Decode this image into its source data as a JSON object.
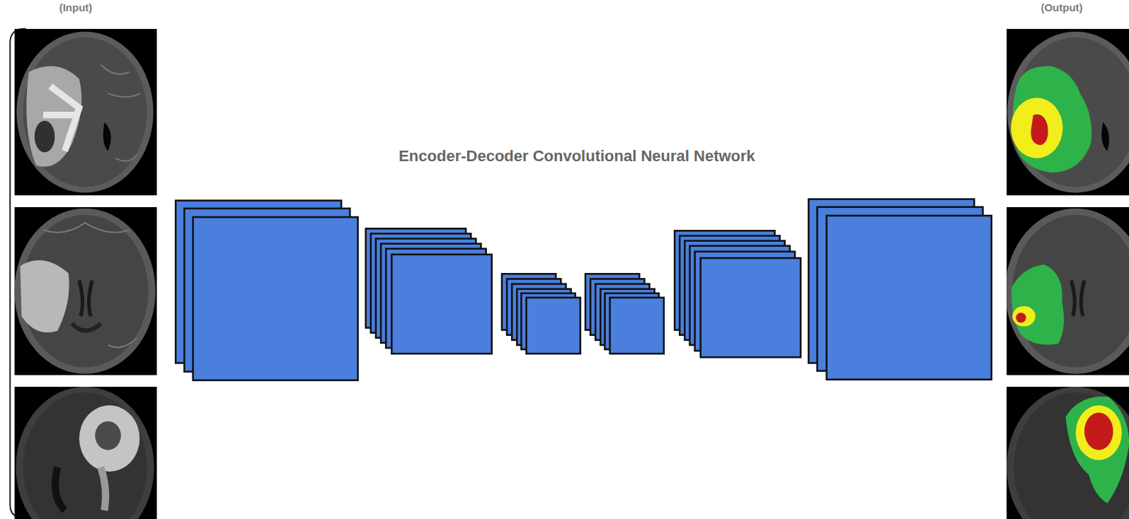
{
  "diagram": {
    "title": "Encoder-Decoder Convolutional Neural Network",
    "labels": [
      "(Input)",
      "(Output)"
    ]
  }
}
